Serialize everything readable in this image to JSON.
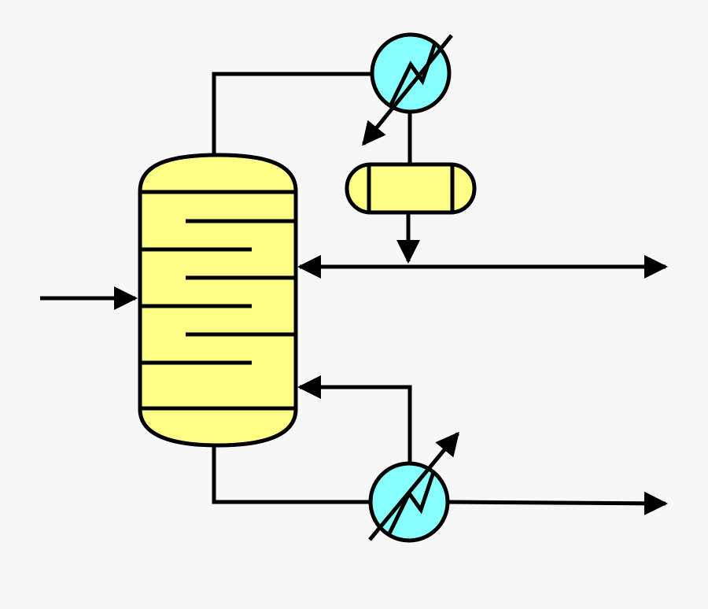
{
  "diagram": {
    "type": "distillation-column-process-flow",
    "colors": {
      "background": "#F7F7F7",
      "vessel_fill": "#FFFF88",
      "exchanger_fill": "#88FFFF",
      "line": "#000000"
    },
    "components": [
      {
        "id": "column",
        "kind": "distillation-column",
        "trays": 6
      },
      {
        "id": "condenser",
        "kind": "heat-exchanger"
      },
      {
        "id": "reflux-drum",
        "kind": "horizontal-vessel"
      },
      {
        "id": "reboiler",
        "kind": "heat-exchanger"
      }
    ],
    "streams": [
      {
        "id": "feed",
        "to": "column"
      },
      {
        "id": "overhead-vapor",
        "from": "column",
        "to": "condenser"
      },
      {
        "id": "condensate",
        "from": "condenser",
        "to": "reflux-drum"
      },
      {
        "id": "reflux",
        "from": "reflux-drum",
        "to": "column"
      },
      {
        "id": "distillate",
        "from": "reflux-drum",
        "to": "outlet"
      },
      {
        "id": "bottoms",
        "from": "column",
        "to": "reboiler"
      },
      {
        "id": "boilup",
        "from": "reboiler",
        "to": "column"
      },
      {
        "id": "bottoms-product",
        "from": "reboiler",
        "to": "outlet"
      }
    ]
  }
}
